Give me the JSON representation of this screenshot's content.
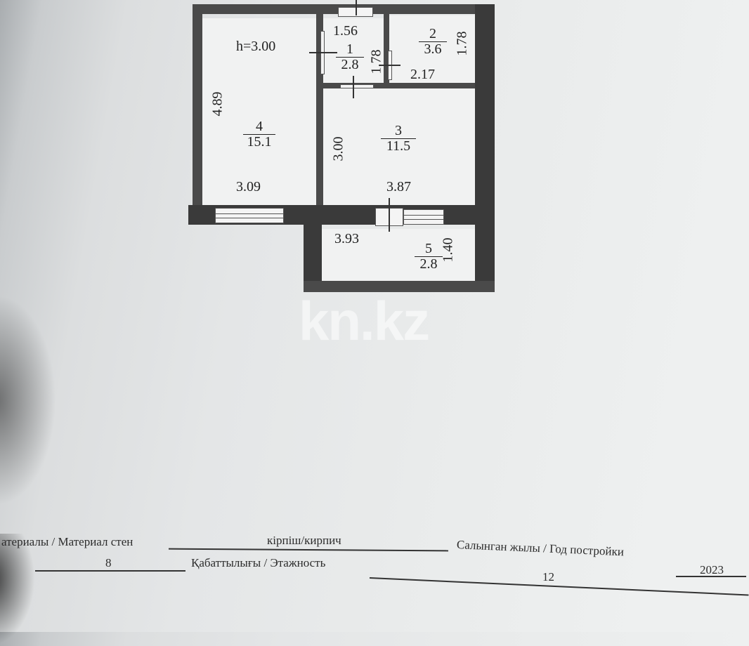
{
  "document": {
    "type": "floor-plan",
    "ceiling_height": "h=3.00",
    "rooms": [
      {
        "number": "1",
        "area": "2.8",
        "dims": [
          "1.56",
          "1.78"
        ]
      },
      {
        "number": "2",
        "area": "3.6",
        "dims": [
          "2.17",
          "1.78"
        ]
      },
      {
        "number": "3",
        "area": "11.5",
        "dims": [
          "3.87",
          "3.00"
        ]
      },
      {
        "number": "4",
        "area": "15.1",
        "dims": [
          "3.09",
          "4.89"
        ]
      },
      {
        "number": "5",
        "area": "2.8",
        "dims": [
          "3.93",
          "1.40"
        ]
      }
    ],
    "watermark": "kn.kz",
    "fields": {
      "wall_material_label": "атериалы / Материал стен",
      "wall_material_value": "кірпіш/кирпич",
      "year_built_label": "Салынган жылы / Год постройки",
      "year_built_value": "2023",
      "floor_value": "8",
      "floors_label": "Қабаттылығы / Этажность",
      "floors_value": "12"
    }
  }
}
